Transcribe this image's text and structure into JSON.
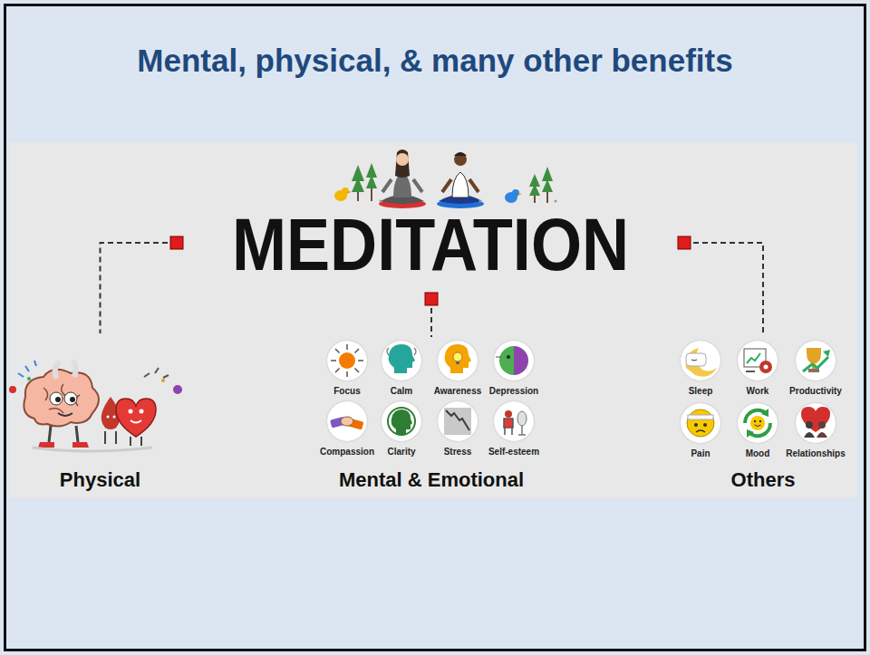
{
  "diagram": {
    "title": "Mental, physical, & many other benefits",
    "nodes": [
      {
        "text": [
          "MEDITATION"
        ]
      },
      {
        "text": [
          "Physical"
        ]
      },
      {
        "text": [
          "Mental & Emotional"
        ]
      },
      {
        "text": [
          "Focus"
        ],
        "in": 2
      },
      {
        "text": [
          "Calm"
        ],
        "in": 2
      },
      {
        "text": [
          "Awareness"
        ],
        "in": 2
      },
      {
        "text": [
          "Depression"
        ],
        "in": 2
      },
      {
        "text": [
          "Compassion"
        ],
        "in": 2
      },
      {
        "text": [
          "Clarity"
        ],
        "in": 2
      },
      {
        "text": [
          "Stress"
        ],
        "in": 2
      },
      {
        "text": [
          "Self-esteem"
        ],
        "in": 2
      },
      {
        "text": [
          "Others"
        ]
      },
      {
        "text": [
          "Sleep"
        ],
        "in": 11
      },
      {
        "text": [
          "Work"
        ],
        "in": 11
      },
      {
        "text": [
          "Productivity"
        ],
        "in": 11
      },
      {
        "text": [
          "Pain"
        ],
        "in": 11
      },
      {
        "text": [
          "Mood"
        ],
        "in": 11
      },
      {
        "text": [
          "Relationships"
        ],
        "in": 11
      }
    ],
    "edges": [
      {
        "from": 0,
        "to": 1,
        "arrow": "none"
      },
      {
        "from": 0,
        "to": 2,
        "arrow": "none"
      },
      {
        "from": 0,
        "to": 11,
        "arrow": "none"
      }
    ]
  }
}
